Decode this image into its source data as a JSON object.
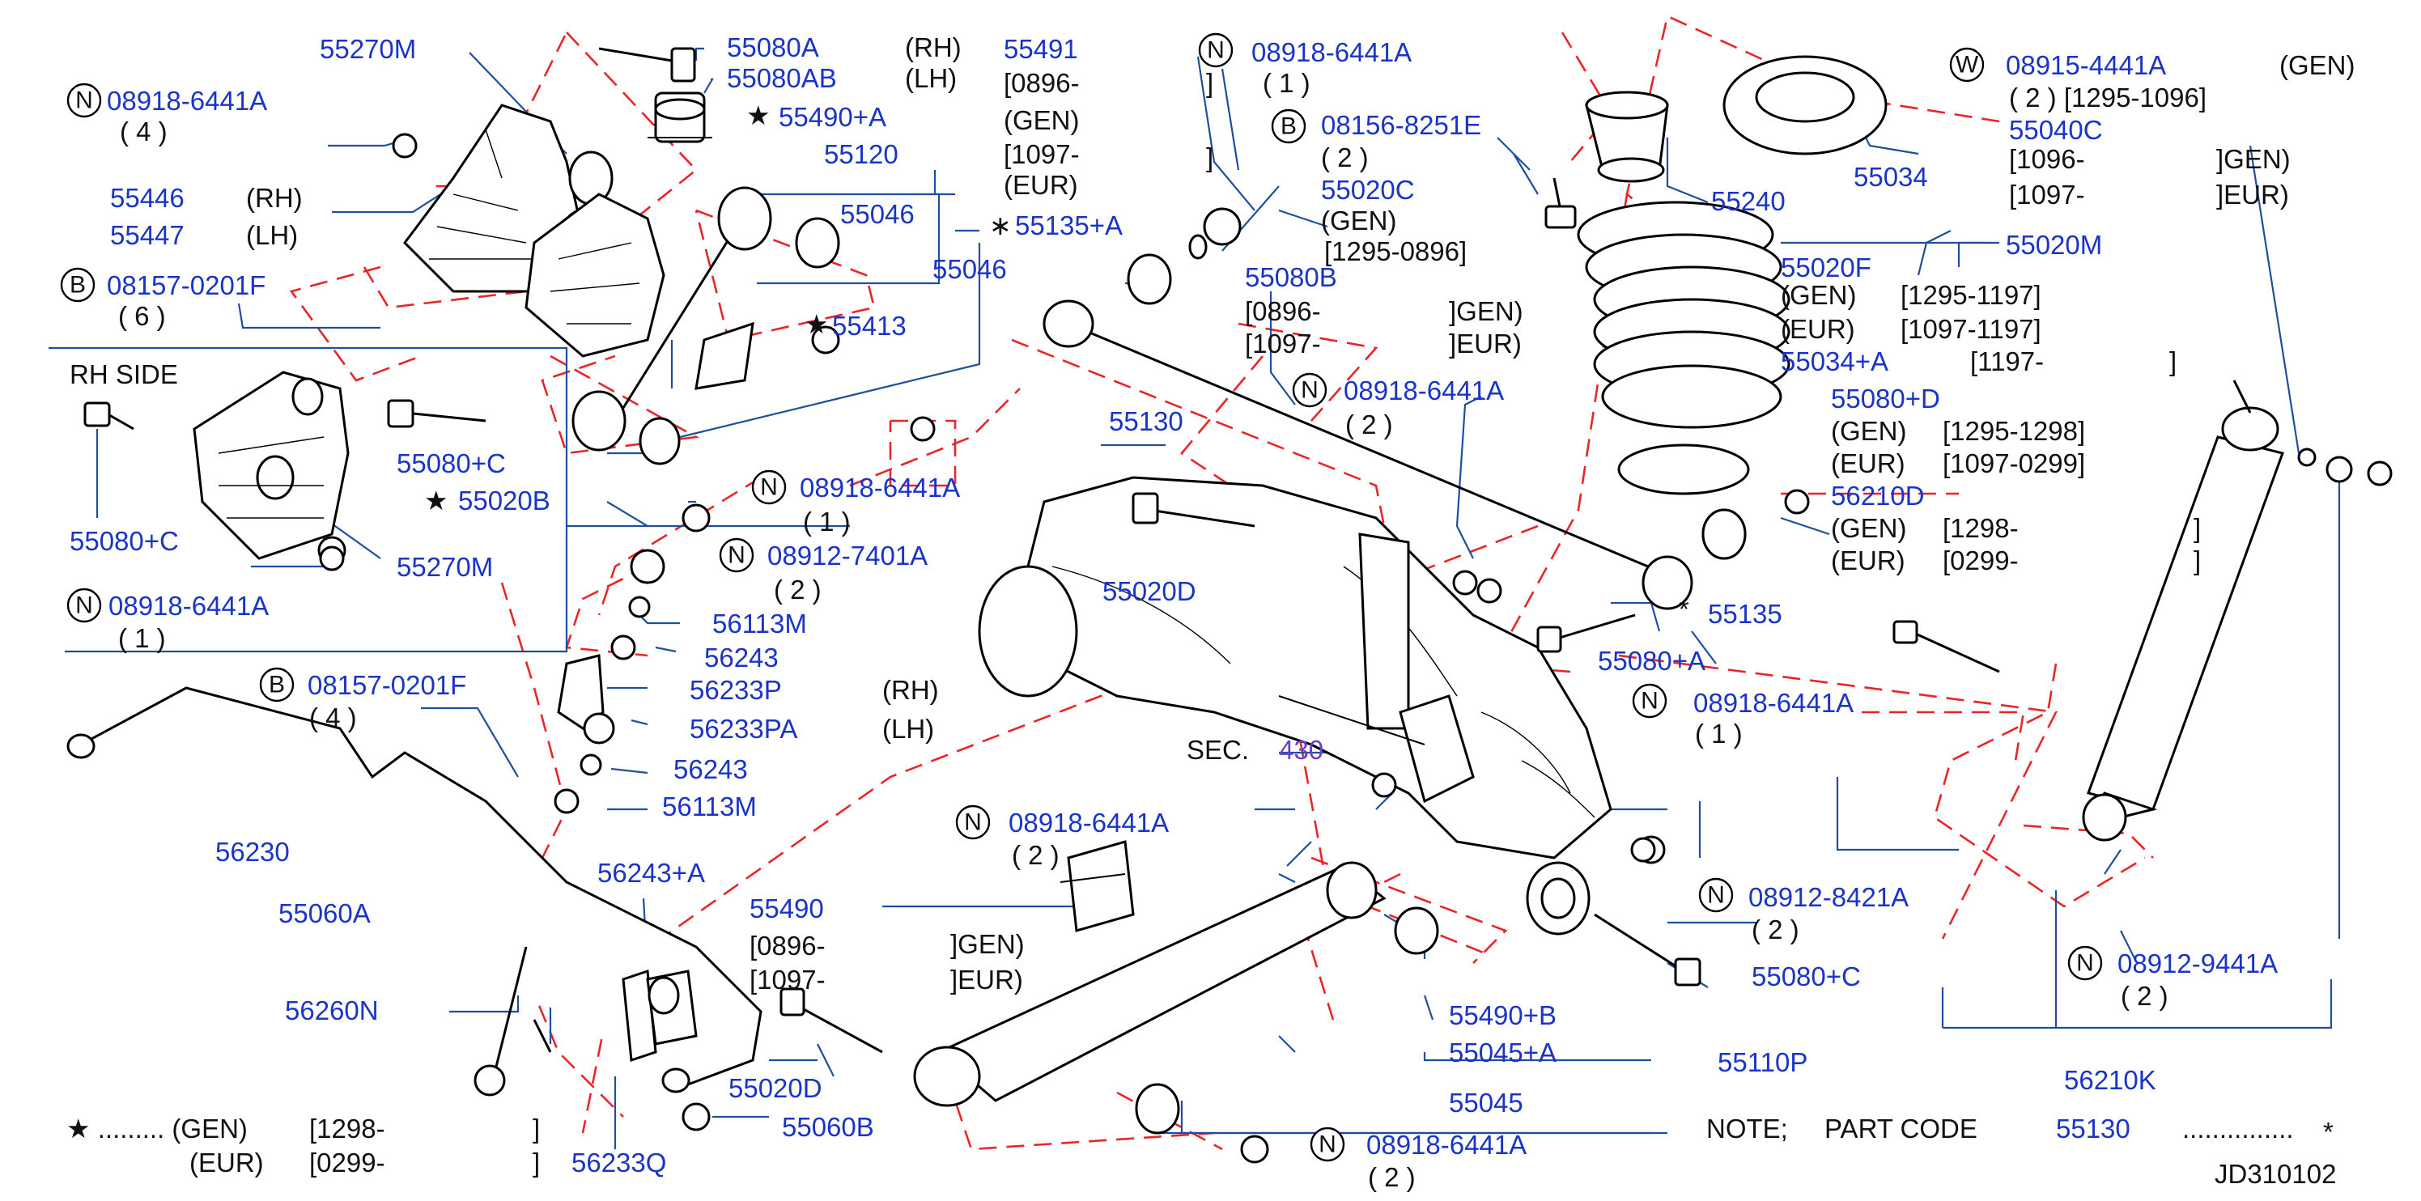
{
  "diagram_id": "JD310102",
  "note": {
    "label": "NOTE;",
    "part_code_label": "PART  CODE",
    "part_code": "55130",
    "leader": "...............",
    "star": "*"
  },
  "footnote": {
    "star_line": "★ ......... (GEN)",
    "star_range": "[1298-",
    "close1": "]",
    "eur_line": "(EUR)",
    "eur_range": "[0299-",
    "close2": "]"
  },
  "rh_side_label": "RH   SIDE",
  "sec_label": "SEC.",
  "sec_number": "430",
  "labels": {
    "p55270M_top": "55270M",
    "p08918_a": "08918-6441A",
    "p08918_a_qty": "( 4 )",
    "p55446": "55446",
    "p55446_side": "(RH)",
    "p55447": "55447",
    "p55447_side": "(LH)",
    "p08157_a": "08157-0201F",
    "p08157_a_qty": "( 6 )",
    "p55080C_a": "55080+C",
    "p55080C_b": "55080+C",
    "p55020B": "55020B",
    "p55270M_b": "55270M",
    "p08918_b": "08918-6441A",
    "p08918_b_qty": "( 1 )",
    "p55080A": "55080A",
    "p55080AB": "55080AB",
    "rh1": "(RH)",
    "lh1": "(LH)",
    "p55490A": "55490+A",
    "p55491": "55491",
    "p55491_r1": "[0896-",
    "p55491_g": "(GEN)",
    "p55491_r2": "[1097-",
    "p55491_e": "(EUR)",
    "p55120": "55120",
    "p55046_a": "55046",
    "p55135A": "55135+A",
    "p55046_b": "55046",
    "p55413": "55413",
    "p08918_c": "08918-6441A",
    "p08918_c_qty": "( 1 )",
    "p08912_a": "08912-7401A",
    "p08912_a_qty": "( 2 )",
    "p56113M_a": "56113M",
    "p56243_a": "56243",
    "p56233P": "56233P",
    "p56233P_side": "(RH)",
    "p56233PA": "56233PA",
    "p56233PA_side": "(LH)",
    "p56243_b": "56243",
    "p56113M_b": "56113M",
    "p08157_b": "08157-0201F",
    "p08157_b_qty": "( 4 )",
    "p56230": "56230",
    "p55060A": "55060A",
    "p56243A": "56243+A",
    "p56260N": "56260N",
    "p55490": "55490",
    "p55490_r1": "[0896-",
    "p55490_r2": "[1097-",
    "p55490_g": "]GEN)",
    "p55490_e": "]EUR)",
    "p55020D_a": "55020D",
    "p55060B": "55060B",
    "p56233Q": "56233Q",
    "p08918_d": "08918-6441A",
    "p08918_d_qty": "( 1 )",
    "p08156": "08156-8251E",
    "p08156_qty": "( 2 )",
    "p55020C": "55020C",
    "p55020C_g": "(GEN)",
    "p55020C_r": "[1295-0896]",
    "p55080B": "55080B",
    "p55080B_r1": "[0896-",
    "p55080B_r2": "[1097-",
    "p55080B_g": "]GEN)",
    "p55080B_e": "]EUR)",
    "p08918_e": "08918-6441A",
    "p08918_e_qty": "( 2 )",
    "p55130": "55130",
    "p55020D_b": "55020D",
    "p08918_f": "08918-6441A",
    "p08918_f_qty": "( 2 )",
    "p55490B": "55490+B",
    "p55045A": "55045+A",
    "p55045": "55045",
    "p55110P": "55110P",
    "p08918_g": "08918-6441A",
    "p08918_g_qty": "( 2 )",
    "p55240": "55240",
    "p55034": "55034",
    "p08915": "08915-4441A",
    "p08915_g": "(GEN)",
    "p08915_qty": "( 2 ) [1295-1096]",
    "p55040C": "55040C",
    "p55040C_r1": "[1096-",
    "p55040C_r2": "[1097-",
    "p55040C_g": "]GEN)",
    "p55040C_e": "]EUR)",
    "p55020F": "55020F",
    "p55020M": "55020M",
    "p55020F_g": "(GEN)",
    "p55020F_gr": "[1295-1197]",
    "p55020F_e": "(EUR)",
    "p55020F_er": "[1097-1197]",
    "p55034A": "55034+A",
    "p55034A_r": "[1197-",
    "p55034A_c": "]",
    "p55080D": "55080+D",
    "p55080D_g": "(GEN)",
    "p55080D_gr": "[1295-1298]",
    "p55080D_e": "(EUR)",
    "p55080D_er": "[1097-0299]",
    "p56210D": "56210D",
    "p56210D_g": "(GEN)",
    "p56210D_gr": "[1298-",
    "p56210D_e": "(EUR)",
    "p56210D_er": "[0299-",
    "p56210D_c1": "]",
    "p56210D_c2": "]",
    "p55135": "55135",
    "p55135_star": "*",
    "p55080A2": "55080+A",
    "p08918_h": "08918-6441A",
    "p08918_h_qty": "( 1 )",
    "p08912_b": "08912-8421A",
    "p08912_b_qty": "( 2 )",
    "p55080C_c": "55080+C",
    "eur_label": "(EUR)",
    "p08912_c": "08912-9441A",
    "p08912_c_qty": "( 2 )",
    "p56210K": "56210K",
    "star_55490A": "★",
    "star_55413": "★",
    "star_55020B": "★",
    "ast_55135A": "∗"
  },
  "circle_letters": {
    "n": "N",
    "b": "B",
    "w": "W"
  }
}
